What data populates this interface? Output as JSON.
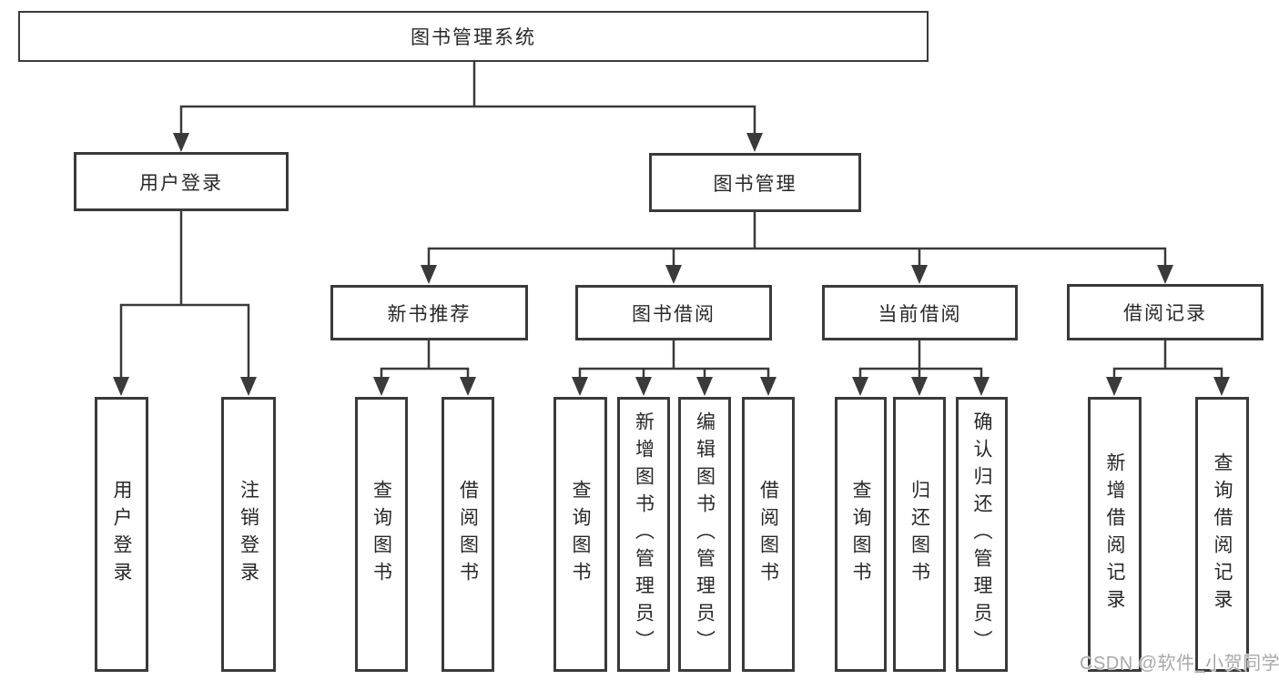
{
  "diagram": {
    "title_node": "图书管理系统",
    "root": {
      "label": "图书管理系统"
    },
    "level2": [
      {
        "label": "用户登录"
      },
      {
        "label": "图书管理"
      }
    ],
    "level3": [
      {
        "label": "新书推荐"
      },
      {
        "label": "图书借阅"
      },
      {
        "label": "当前借阅"
      },
      {
        "label": "借阅记录"
      }
    ],
    "leaves": {
      "user": [
        "用户登录",
        "注销登录"
      ],
      "newbook": [
        "查询图书",
        "借阅图书"
      ],
      "borrow": [
        "查询图书",
        "新增图书（管理员）",
        "编辑图书（管理员）",
        "借阅图书"
      ],
      "current": [
        "查询图书",
        "归还图书",
        "确认归还（管理员）"
      ],
      "record": [
        "新增借阅记录",
        "查询借阅记录"
      ]
    }
  },
  "watermark": {
    "text": "CSDN @软件_小贺同学",
    "color": "#a9a9a9"
  },
  "colors": {
    "line": "#3a3a3a",
    "text": "#282828",
    "box_background": "#ffffff"
  }
}
